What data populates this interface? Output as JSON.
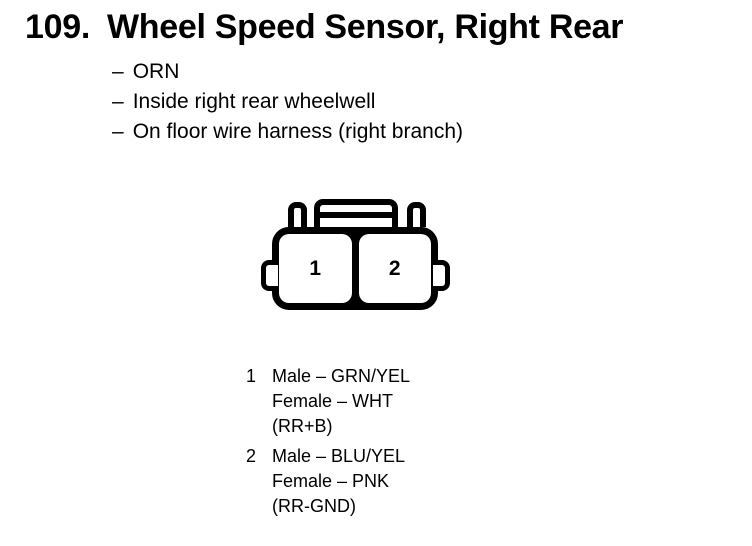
{
  "page": {
    "heading_number": "109.",
    "heading": "Wheel Speed Sensor, Right Rear",
    "bullet_dash": "–",
    "details": [
      "ORN",
      "Inside right rear wheelwell",
      "On floor wire harness (right branch)"
    ]
  },
  "connector": {
    "pins": [
      {
        "number": "1",
        "male": "Male – GRN/YEL",
        "female": "Female – WHT",
        "signal": "(RR+B)"
      },
      {
        "number": "2",
        "male": "Male – BLU/YEL",
        "female": "Female – PNK",
        "signal": "(RR-GND)"
      }
    ]
  },
  "colors": {
    "ink": "#000000",
    "paper": "#ffffff"
  }
}
